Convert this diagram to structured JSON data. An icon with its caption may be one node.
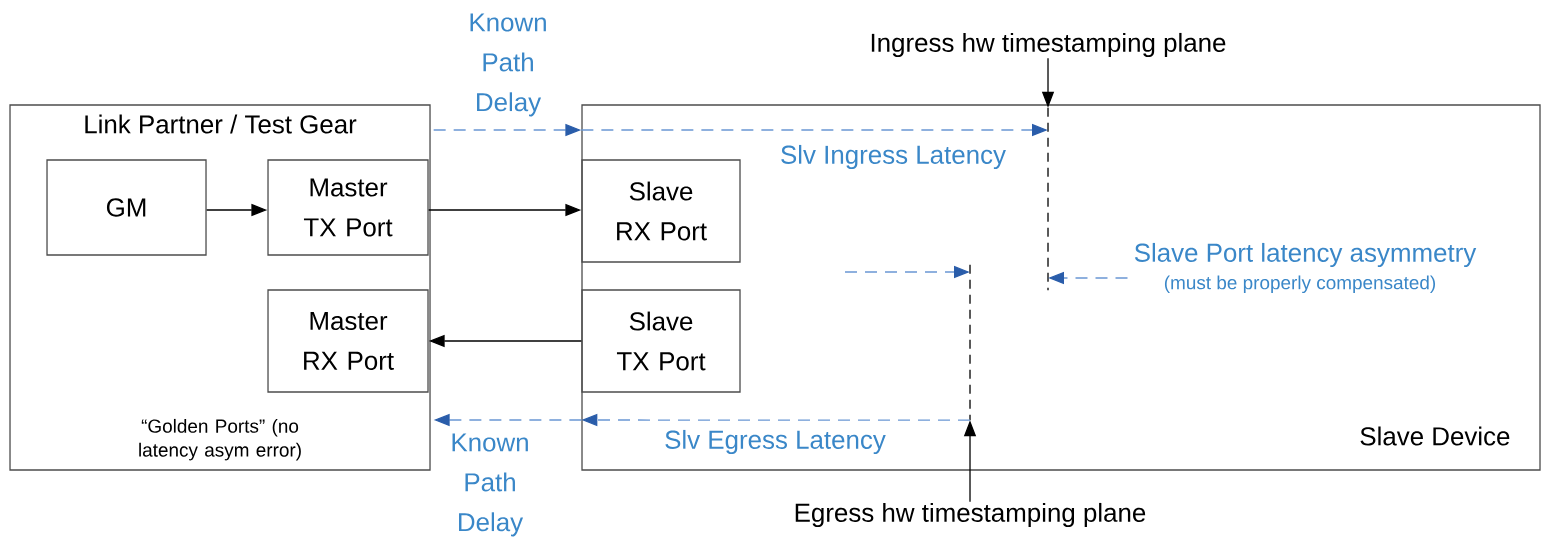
{
  "diagram": {
    "nodes": [
      {
        "text": [
          "Link Partner / Test Gear",
          "“Golden Ports” (no latency asym error)"
        ]
      },
      {
        "text": [
          "GM"
        ],
        "in": 0
      },
      {
        "text": [
          "Master TX Port"
        ],
        "in": 0
      },
      {
        "text": [
          "Master RX Port"
        ],
        "in": 0
      },
      {
        "text": [
          "Slave Device"
        ]
      },
      {
        "text": [
          "Slave RX Port"
        ],
        "in": 4
      },
      {
        "text": [
          "Slave TX Port"
        ],
        "in": 4
      },
      {
        "text": [
          "Ingress hw timestamping plane"
        ]
      },
      {
        "text": [],
        "shape": "line",
        "in": 4
      },
      {
        "text": [
          "Egress hw timestamping plane"
        ]
      },
      {
        "text": [],
        "shape": "line",
        "in": 4
      },
      {
        "text": [
          "Slave Port latency asymmetry",
          "(must be properly compensated)"
        ],
        "in": 4
      }
    ],
    "edges": [
      {
        "from": 1,
        "to": 2,
        "arrow": "to",
        "color": "#000000"
      },
      {
        "from": 2,
        "to": 5,
        "arrow": "to",
        "color": "#000000"
      },
      {
        "from": 6,
        "to": 3,
        "arrow": "to",
        "color": "#000000"
      },
      {
        "from": 0,
        "to": 4,
        "arrow": "to",
        "style": "dashed",
        "label": "Known Path Delay"
      },
      {
        "from": 4,
        "to": 8,
        "arrow": "to",
        "style": "dashed",
        "label": "Slv Ingress Latency"
      },
      {
        "from": 7,
        "to": 8,
        "arrow": "to",
        "color": "#000000"
      },
      {
        "from": 9,
        "to": 10,
        "arrow": "to",
        "color": "#000000"
      },
      {
        "from": 10,
        "to": 4,
        "arrow": "to",
        "style": "dashed",
        "label": "Slv Egress Latency"
      },
      {
        "from": 4,
        "to": 0,
        "arrow": "to",
        "style": "dashed",
        "label": "Known Path Delay"
      },
      {
        "from": null,
        "to": 10,
        "arrow": "to",
        "style": "dashed"
      },
      {
        "from": 11,
        "to": 8,
        "arrow": "to",
        "style": "dashed"
      }
    ]
  }
}
